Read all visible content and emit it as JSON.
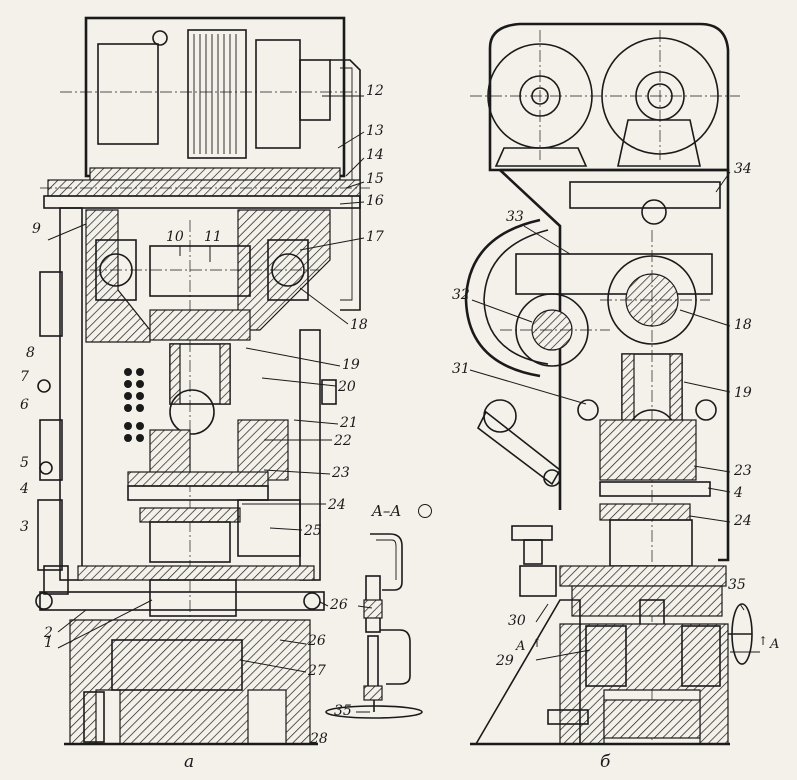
{
  "views": {
    "left": {
      "caption": "a"
    },
    "right": {
      "caption": "б"
    }
  },
  "section": {
    "title": "A–A",
    "marker_left": "A",
    "marker_right": "A"
  },
  "callouts_left": [
    "1",
    "2",
    "3",
    "4",
    "5",
    "6",
    "7",
    "8",
    "9",
    "10",
    "11",
    "12",
    "13",
    "14",
    "15",
    "16",
    "17",
    "18",
    "19",
    "20",
    "21",
    "22",
    "23",
    "24",
    "25",
    "26",
    "26",
    "27",
    "28"
  ],
  "callouts_section": [
    "26",
    "35"
  ],
  "callouts_right": [
    "34",
    "33",
    "32",
    "18",
    "31",
    "19",
    "23",
    "4",
    "24",
    "30",
    "35",
    "29"
  ]
}
